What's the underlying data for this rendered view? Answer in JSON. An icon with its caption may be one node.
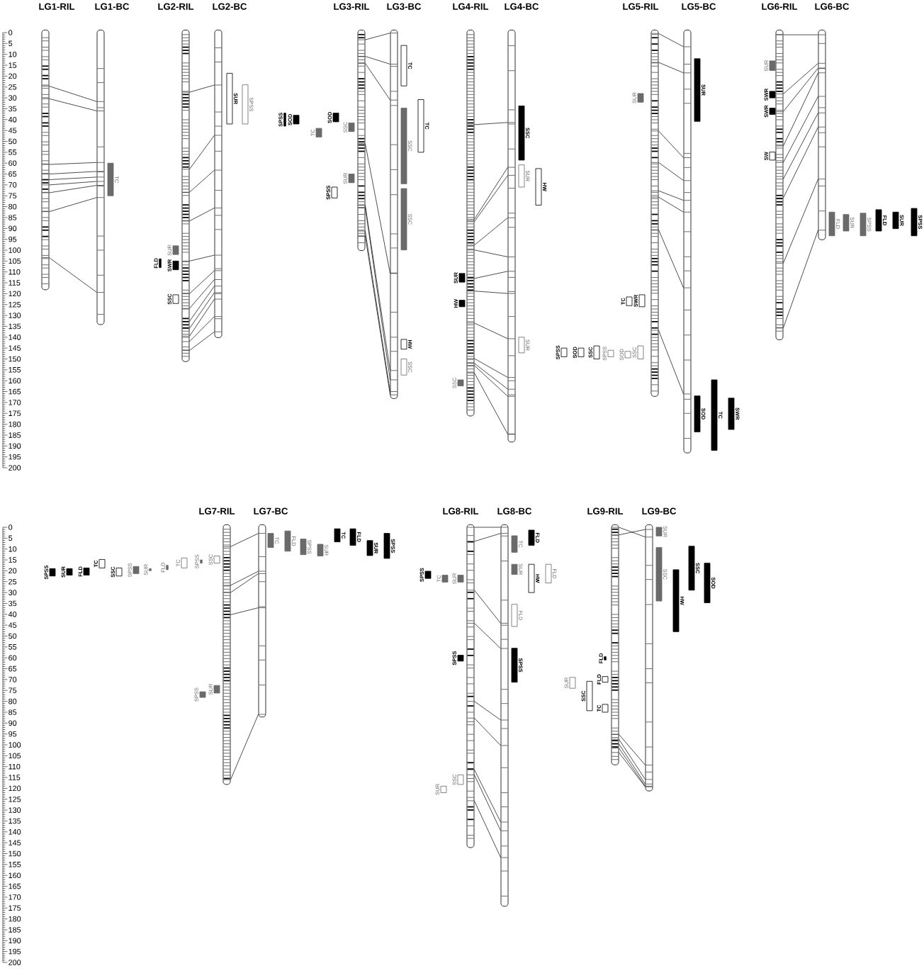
{
  "diagram": {
    "nodes": [
      {
        "text": [
          "LG1-RIL"
        ]
      },
      {
        "text": [
          "LG1-BC"
        ]
      },
      {
        "text": [
          "LG2-RIL"
        ]
      },
      {
        "text": [
          "LG2-BC"
        ]
      },
      {
        "text": [
          "LG3-RIL"
        ]
      },
      {
        "text": [
          "LG3-BC"
        ]
      },
      {
        "text": [
          "LG4-RIL"
        ]
      },
      {
        "text": [
          "LG4-BC"
        ]
      },
      {
        "text": [
          "LG5-RIL"
        ]
      },
      {
        "text": [
          "LG5-BC"
        ]
      },
      {
        "text": [
          "LG6-RIL"
        ]
      },
      {
        "text": [
          "LG6-BC"
        ]
      },
      {
        "text": [
          "LG7-RIL"
        ]
      },
      {
        "text": [
          "LG7-BC"
        ]
      },
      {
        "text": [
          "LG8-RIL"
        ]
      },
      {
        "text": [
          "LG8-BC"
        ]
      },
      {
        "text": [
          "LG9-RIL"
        ]
      },
      {
        "text": [
          "LG9-BC"
        ]
      },
      {
        "text": [],
        "shape": "bar",
        "beside": [
          "TC"
        ]
      },
      {
        "text": [],
        "shape": "bar",
        "beside": [
          "FLD"
        ]
      },
      {
        "text": [],
        "shape": "bar",
        "beside": [
          "SUR"
        ]
      },
      {
        "text": [],
        "shape": "bar",
        "beside": [
          "SWR"
        ]
      },
      {
        "text": [],
        "shape": "bar",
        "beside": [
          "SSC"
        ]
      },
      {
        "text": [],
        "shape": "bar",
        "beside": [
          "SUR"
        ]
      },
      {
        "text": [],
        "shape": "bar",
        "beside": [
          "SPSS"
        ]
      },
      {
        "text": [],
        "shape": "bar",
        "beside": [
          "SPSS"
        ]
      },
      {
        "text": [],
        "shape": "bar",
        "beside": [
          "SOD"
        ]
      },
      {
        "text": [],
        "shape": "bar",
        "beside": [
          "TC"
        ]
      },
      {
        "text": [],
        "shape": "bar",
        "beside": [
          "SOD"
        ]
      },
      {
        "text": [],
        "shape": "bar",
        "beside": [
          "SSC"
        ]
      },
      {
        "text": [],
        "shape": "bar",
        "beside": [
          "SUR"
        ]
      },
      {
        "text": [],
        "shape": "bar",
        "beside": [
          "SPSS"
        ]
      },
      {
        "text": [],
        "shape": "bar",
        "beside": [
          "TC"
        ]
      },
      {
        "text": [],
        "shape": "bar",
        "beside": [
          "SSC"
        ]
      },
      {
        "text": [],
        "shape": "bar",
        "beside": [
          "TC"
        ]
      },
      {
        "text": [],
        "shape": "bar",
        "beside": [
          "SSC"
        ]
      },
      {
        "text": [],
        "shape": "bar",
        "beside": [
          "HW"
        ]
      },
      {
        "text": [],
        "shape": "bar",
        "beside": [
          "SSC"
        ]
      },
      {
        "text": [],
        "shape": "bar",
        "beside": [
          "SUR"
        ]
      },
      {
        "text": [],
        "shape": "bar",
        "beside": [
          "HW"
        ]
      },
      {
        "text": [],
        "shape": "bar",
        "beside": [
          "SSC"
        ]
      },
      {
        "text": [],
        "shape": "bar",
        "beside": [
          "SSC"
        ]
      },
      {
        "text": [],
        "shape": "bar",
        "beside": [
          "SUR"
        ]
      },
      {
        "text": [],
        "shape": "bar",
        "beside": [
          "HW"
        ]
      },
      {
        "text": [],
        "shape": "bar",
        "beside": [
          "SUR"
        ]
      },
      {
        "text": [],
        "shape": "bar",
        "beside": [
          "SPSS"
        ]
      },
      {
        "text": [],
        "shape": "bar",
        "beside": [
          "SOD"
        ]
      },
      {
        "text": [],
        "shape": "bar",
        "beside": [
          "SSC"
        ]
      },
      {
        "text": [],
        "shape": "bar",
        "beside": [
          "SPSS"
        ]
      },
      {
        "text": [],
        "shape": "bar",
        "beside": [
          "SOD"
        ]
      },
      {
        "text": [],
        "shape": "bar",
        "beside": [
          "SSC"
        ]
      },
      {
        "text": [],
        "shape": "bar",
        "beside": [
          "TC"
        ]
      },
      {
        "text": [],
        "shape": "bar",
        "beside": [
          "SWR"
        ]
      },
      {
        "text": [],
        "shape": "bar",
        "beside": [
          "SUR"
        ]
      },
      {
        "text": [],
        "shape": "bar",
        "beside": [
          "SUR"
        ]
      },
      {
        "text": [],
        "shape": "bar",
        "beside": [
          "SOD"
        ]
      },
      {
        "text": [],
        "shape": "bar",
        "beside": [
          "TC"
        ]
      },
      {
        "text": [],
        "shape": "bar",
        "beside": [
          "SWR"
        ]
      },
      {
        "text": [],
        "shape": "bar",
        "beside": [
          "SUR"
        ]
      },
      {
        "text": [],
        "shape": "bar",
        "beside": [
          "SWR"
        ]
      },
      {
        "text": [],
        "shape": "bar",
        "beside": [
          "SWR"
        ]
      },
      {
        "text": [],
        "shape": "bar",
        "beside": [
          "SW"
        ]
      },
      {
        "text": [],
        "shape": "bar",
        "beside": [
          "FLD"
        ]
      },
      {
        "text": [],
        "shape": "bar",
        "beside": [
          "SUR"
        ]
      },
      {
        "text": [],
        "shape": "bar",
        "beside": [
          "SPSS"
        ]
      },
      {
        "text": [],
        "shape": "bar",
        "beside": [
          "FLD"
        ]
      },
      {
        "text": [],
        "shape": "bar",
        "beside": [
          "SUR"
        ]
      },
      {
        "text": [],
        "shape": "bar",
        "beside": [
          "SPSS"
        ]
      },
      {
        "text": [],
        "shape": "bar",
        "beside": [
          "SPSS"
        ]
      },
      {
        "text": [],
        "shape": "bar",
        "beside": [
          "SUR"
        ]
      },
      {
        "text": [],
        "shape": "bar",
        "beside": [
          "FLD"
        ]
      },
      {
        "text": [],
        "shape": "bar",
        "beside": [
          "TC"
        ]
      },
      {
        "text": [],
        "shape": "bar",
        "beside": [
          "SSC"
        ]
      },
      {
        "text": [],
        "shape": "bar",
        "beside": [
          "SPSS"
        ]
      },
      {
        "text": [],
        "shape": "bar",
        "beside": [
          "SUR"
        ]
      },
      {
        "text": [],
        "shape": "bar",
        "beside": [
          "FLD"
        ]
      },
      {
        "text": [],
        "shape": "bar",
        "beside": [
          "TC"
        ]
      },
      {
        "text": [],
        "shape": "bar",
        "beside": [
          "SPSS"
        ]
      },
      {
        "text": [],
        "shape": "bar",
        "beside": [
          "SSC"
        ]
      },
      {
        "text": [],
        "shape": "bar",
        "beside": [
          "SPSS"
        ]
      },
      {
        "text": [],
        "shape": "bar",
        "beside": [
          "SUR"
        ]
      },
      {
        "text": [],
        "shape": "bar",
        "beside": [
          "TC"
        ]
      },
      {
        "text": [],
        "shape": "bar",
        "beside": [
          "FLD"
        ]
      },
      {
        "text": [],
        "shape": "bar",
        "beside": [
          "SPSS"
        ]
      },
      {
        "text": [],
        "shape": "bar",
        "beside": [
          "SUR"
        ]
      },
      {
        "text": [],
        "shape": "bar",
        "beside": [
          "TC"
        ]
      },
      {
        "text": [],
        "shape": "bar",
        "beside": [
          "FLD"
        ]
      },
      {
        "text": [],
        "shape": "bar",
        "beside": [
          "SUR"
        ]
      },
      {
        "text": [],
        "shape": "bar",
        "beside": [
          "SPSS"
        ]
      },
      {
        "text": [],
        "shape": "bar",
        "beside": [
          "SPSS"
        ]
      },
      {
        "text": [],
        "shape": "bar",
        "beside": [
          "TC"
        ]
      },
      {
        "text": [],
        "shape": "bar",
        "beside": [
          "SUR"
        ]
      },
      {
        "text": [],
        "shape": "bar",
        "beside": [
          "SPSS"
        ]
      },
      {
        "text": [],
        "shape": "bar",
        "beside": [
          "SSC"
        ]
      },
      {
        "text": [],
        "shape": "bar",
        "beside": [
          "SUR"
        ]
      },
      {
        "text": [],
        "shape": "bar",
        "beside": [
          "TC"
        ]
      },
      {
        "text": [],
        "shape": "bar",
        "beside": [
          "FLD"
        ]
      },
      {
        "text": [],
        "shape": "bar",
        "beside": [
          "SUR"
        ]
      },
      {
        "text": [],
        "shape": "bar",
        "beside": [
          "HW"
        ]
      },
      {
        "text": [],
        "shape": "bar",
        "beside": [
          "FLD"
        ]
      },
      {
        "text": [],
        "shape": "bar",
        "beside": [
          "FLD"
        ]
      },
      {
        "text": [],
        "shape": "bar",
        "beside": [
          "SPSS"
        ]
      },
      {
        "text": [],
        "shape": "bar",
        "beside": [
          "FLD"
        ]
      },
      {
        "text": [],
        "shape": "bar",
        "beside": [
          "FLD"
        ]
      },
      {
        "text": [],
        "shape": "bar",
        "beside": [
          "TC"
        ]
      },
      {
        "text": [],
        "shape": "bar",
        "beside": [
          "SUR"
        ]
      },
      {
        "text": [],
        "shape": "bar",
        "beside": [
          "SSC"
        ]
      },
      {
        "text": [],
        "shape": "bar",
        "beside": [
          "SUR"
        ]
      },
      {
        "text": [],
        "shape": "bar",
        "beside": [
          "SSC"
        ]
      },
      {
        "text": [],
        "shape": "bar",
        "beside": [
          "HW"
        ]
      },
      {
        "text": [],
        "shape": "bar",
        "beside": [
          "SSC"
        ]
      },
      {
        "text": [],
        "shape": "bar",
        "beside": [
          "SOD"
        ]
      }
    ],
    "edges": [
      {
        "from": 0,
        "to": 1,
        "arrow": "none"
      },
      {
        "from": 0,
        "to": 1,
        "arrow": "none"
      },
      {
        "from": 0,
        "to": 1,
        "arrow": "none"
      },
      {
        "from": 0,
        "to": 1,
        "arrow": "none"
      },
      {
        "from": 0,
        "to": 1,
        "arrow": "none"
      },
      {
        "from": 0,
        "to": 1,
        "arrow": "none"
      },
      {
        "from": 0,
        "to": 1,
        "arrow": "none"
      },
      {
        "from": 0,
        "to": 1,
        "arrow": "none"
      },
      {
        "from": 0,
        "to": 1,
        "arrow": "none"
      },
      {
        "from": 2,
        "to": 3,
        "arrow": "none"
      },
      {
        "from": 2,
        "to": 3,
        "arrow": "none"
      },
      {
        "from": 2,
        "to": 3,
        "arrow": "none"
      },
      {
        "from": 2,
        "to": 3,
        "arrow": "none"
      },
      {
        "from": 2,
        "to": 3,
        "arrow": "none"
      },
      {
        "from": 2,
        "to": 3,
        "arrow": "none"
      },
      {
        "from": 2,
        "to": 3,
        "arrow": "none"
      },
      {
        "from": 2,
        "to": 3,
        "arrow": "none"
      },
      {
        "from": 2,
        "to": 3,
        "arrow": "none"
      },
      {
        "from": 2,
        "to": 3,
        "arrow": "none"
      },
      {
        "from": 2,
        "to": 3,
        "arrow": "none"
      },
      {
        "from": 2,
        "to": 3,
        "arrow": "none"
      },
      {
        "from": 4,
        "to": 5,
        "arrow": "none"
      },
      {
        "from": 4,
        "to": 5,
        "arrow": "none"
      },
      {
        "from": 4,
        "to": 5,
        "arrow": "none"
      },
      {
        "from": 4,
        "to": 5,
        "arrow": "none"
      },
      {
        "from": 4,
        "to": 5,
        "arrow": "none"
      },
      {
        "from": 4,
        "to": 5,
        "arrow": "none"
      },
      {
        "from": 4,
        "to": 5,
        "arrow": "none"
      },
      {
        "from": 4,
        "to": 5,
        "arrow": "none"
      },
      {
        "from": 6,
        "to": 7,
        "arrow": "none"
      },
      {
        "from": 6,
        "to": 7,
        "arrow": "none"
      },
      {
        "from": 6,
        "to": 7,
        "arrow": "none"
      },
      {
        "from": 6,
        "to": 7,
        "arrow": "none"
      },
      {
        "from": 6,
        "to": 7,
        "arrow": "none"
      },
      {
        "from": 6,
        "to": 7,
        "arrow": "none"
      },
      {
        "from": 6,
        "to": 7,
        "arrow": "none"
      },
      {
        "from": 6,
        "to": 7,
        "arrow": "none"
      },
      {
        "from": 6,
        "to": 7,
        "arrow": "none"
      },
      {
        "from": 6,
        "to": 7,
        "arrow": "none"
      },
      {
        "from": 6,
        "to": 7,
        "arrow": "none"
      },
      {
        "from": 6,
        "to": 7,
        "arrow": "none"
      },
      {
        "from": 8,
        "to": 9,
        "arrow": "none"
      },
      {
        "from": 8,
        "to": 9,
        "arrow": "none"
      },
      {
        "from": 8,
        "to": 9,
        "arrow": "none"
      },
      {
        "from": 8,
        "to": 9,
        "arrow": "none"
      },
      {
        "from": 8,
        "to": 9,
        "arrow": "none"
      },
      {
        "from": 8,
        "to": 9,
        "arrow": "none"
      },
      {
        "from": 8,
        "to": 9,
        "arrow": "none"
      },
      {
        "from": 8,
        "to": 9,
        "arrow": "none"
      },
      {
        "from": 10,
        "to": 11,
        "arrow": "none"
      },
      {
        "from": 10,
        "to": 11,
        "arrow": "none"
      },
      {
        "from": 10,
        "to": 11,
        "arrow": "none"
      },
      {
        "from": 10,
        "to": 11,
        "arrow": "none"
      },
      {
        "from": 10,
        "to": 11,
        "arrow": "none"
      },
      {
        "from": 10,
        "to": 11,
        "arrow": "none"
      },
      {
        "from": 10,
        "to": 11,
        "arrow": "none"
      },
      {
        "from": 10,
        "to": 11,
        "arrow": "none"
      },
      {
        "from": 10,
        "to": 11,
        "arrow": "none"
      },
      {
        "from": 12,
        "to": 13,
        "arrow": "none"
      },
      {
        "from": 12,
        "to": 13,
        "arrow": "none"
      },
      {
        "from": 12,
        "to": 13,
        "arrow": "none"
      },
      {
        "from": 12,
        "to": 13,
        "arrow": "none"
      },
      {
        "from": 12,
        "to": 13,
        "arrow": "none"
      },
      {
        "from": 14,
        "to": 15,
        "arrow": "none"
      },
      {
        "from": 14,
        "to": 15,
        "arrow": "none"
      },
      {
        "from": 14,
        "to": 15,
        "arrow": "none"
      },
      {
        "from": 14,
        "to": 15,
        "arrow": "none"
      },
      {
        "from": 14,
        "to": 15,
        "arrow": "none"
      },
      {
        "from": 14,
        "to": 15,
        "arrow": "none"
      },
      {
        "from": 14,
        "to": 15,
        "arrow": "none"
      },
      {
        "from": 14,
        "to": 15,
        "arrow": "none"
      },
      {
        "from": 14,
        "to": 15,
        "arrow": "none"
      },
      {
        "from": 16,
        "to": 17,
        "arrow": "none"
      },
      {
        "from": 16,
        "to": 17,
        "arrow": "none"
      },
      {
        "from": 16,
        "to": 17,
        "arrow": "none"
      },
      {
        "from": 16,
        "to": 17,
        "arrow": "none"
      },
      {
        "from": 16,
        "to": 17,
        "arrow": "none"
      },
      {
        "from": 16,
        "to": 17,
        "arrow": "none"
      },
      {
        "from": 16,
        "to": 17,
        "arrow": "none"
      }
    ],
    "labels": [
      "0",
      "5",
      "10",
      "15",
      "20",
      "25",
      "30",
      "35",
      "40",
      "45",
      "50",
      "55",
      "60",
      "65",
      "70",
      "75",
      "80",
      "85",
      "90",
      "95",
      "100",
      "105",
      "110",
      "115",
      "120",
      "125",
      "130",
      "135",
      "140",
      "145",
      "150",
      "155",
      "160",
      "165",
      "170",
      "175",
      "180",
      "185",
      "190",
      "195",
      "200",
      "0",
      "5",
      "10",
      "15",
      "20",
      "25",
      "30",
      "35",
      "40",
      "45",
      "50",
      "55",
      "60",
      "65",
      "70",
      "75",
      "80",
      "85",
      "90",
      "95",
      "100",
      "105",
      "110",
      "115",
      "120",
      "125",
      "130",
      "135",
      "140",
      "145",
      "150",
      "155",
      "160",
      "165",
      "170",
      "175",
      "180",
      "185",
      "190",
      "195",
      "200"
    ]
  }
}
